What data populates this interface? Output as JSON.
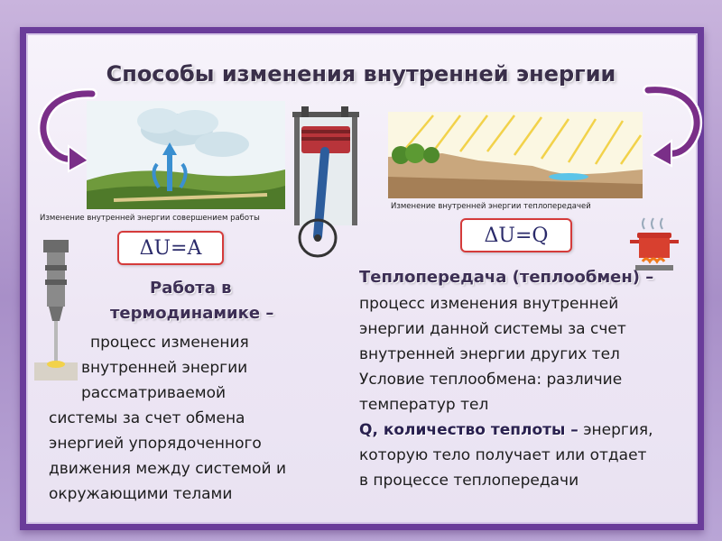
{
  "title": "Способы изменения внутренней энергии",
  "left_panel": {
    "caption": "Изменение внутренней энергии совершением работы",
    "formula": "ΔU=A"
  },
  "right_panel": {
    "caption": "Изменение внутренней энергии теплопередачей",
    "formula": "ΔU=Q"
  },
  "work_section": {
    "heading_line1": "Работа в",
    "heading_line2": "термодинамике –",
    "lines": [
      "процесс изменения",
      "внутренней энергии",
      "рассматриваемой",
      "системы за счет обмена",
      "энергией упорядоченного",
      "движения между системой и",
      "окружающими телами"
    ]
  },
  "heat_section": {
    "heading": "Теплопередача (теплообмен) –",
    "lines": [
      "процесс изменения внутренней",
      "энергии данной системы за счет",
      "внутренней энергии других тел",
      "Условие теплообмена: различие",
      "температур тел"
    ],
    "q_heading": "Q, количество теплоты –",
    "q_tail": " энергия,",
    "q_lines": [
      "которую тело получает или отдает",
      "в процессе теплопередачи"
    ]
  },
  "colors": {
    "frame": "#6a3c9a",
    "formula_border": "#d53b3b",
    "arrow": "#7a2f88"
  }
}
